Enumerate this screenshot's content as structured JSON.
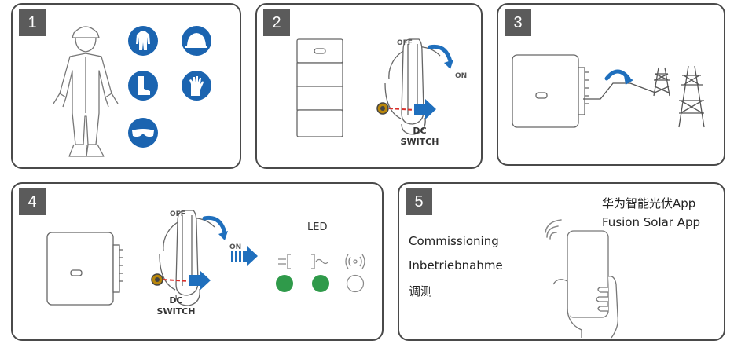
{
  "steps": [
    {
      "number": "1"
    },
    {
      "number": "2",
      "switch_off": "OFF",
      "switch_on": "ON",
      "switch_label_line1": "DC",
      "switch_label_line2": "SWITCH"
    },
    {
      "number": "3"
    },
    {
      "number": "4",
      "switch_off": "OFF",
      "switch_on": "ON",
      "switch_label_line1": "DC",
      "switch_label_line2": "SWITCH",
      "led_title": "LED"
    },
    {
      "number": "5",
      "commissioning_en": "Commissioning",
      "commissioning_de": "Inbetriebnahme",
      "commissioning_zh": "调测",
      "app_name_zh": "华为智能光伏App",
      "app_name_en": "Fusion Solar App"
    }
  ],
  "colors": {
    "ppe_blue": "#1b64b0",
    "led_green": "#2f9a4a",
    "accent_blue": "#1f6fbd",
    "arrow_red": "#d9302c",
    "badge": "#5b5b5b"
  },
  "icons": [
    "worker-icon",
    "coverall-icon",
    "helmet-icon",
    "boots-icon",
    "gloves-icon",
    "goggles-icon",
    "inverter-icon",
    "dc-switch-icon",
    "power-tower-icon",
    "led-indicator-icon",
    "smartphone-icon",
    "wifi-icon"
  ]
}
